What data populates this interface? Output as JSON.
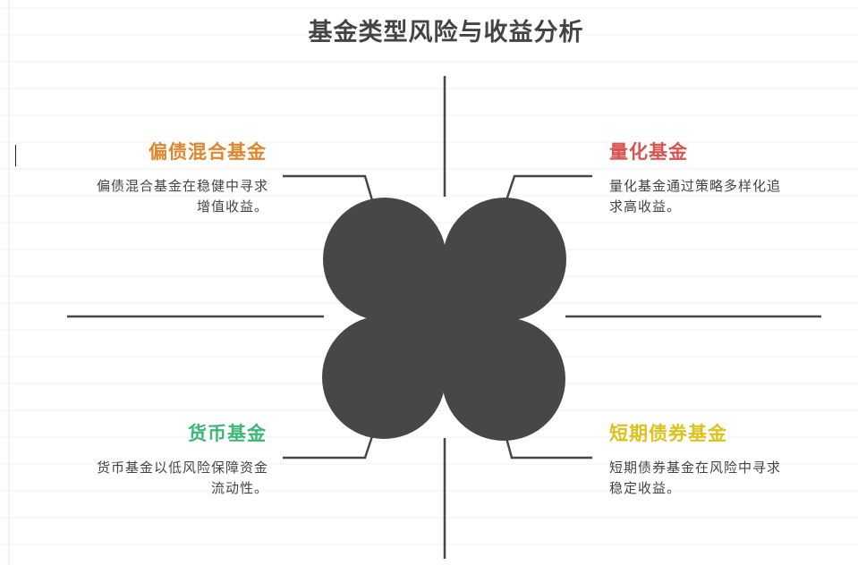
{
  "title": "基金类型风险与收益分析",
  "colors": {
    "orange": "#e0862e",
    "red": "#d9534f",
    "green": "#3bb878",
    "yellow": "#dcc21e",
    "shape": "#474747"
  },
  "quadrants": [
    {
      "heading": "偏债混合基金",
      "desc": "偏债混合基金在稳健中寻求增值收益。"
    },
    {
      "heading": "量化基金",
      "desc": "量化基金通过策略多样化追求高收益。"
    },
    {
      "heading": "货币基金",
      "desc": "货币基金以低风险保障资金流动性。"
    },
    {
      "heading": "短期债券基金",
      "desc": "短期债券基金在风险中寻求稳定收益。"
    }
  ]
}
